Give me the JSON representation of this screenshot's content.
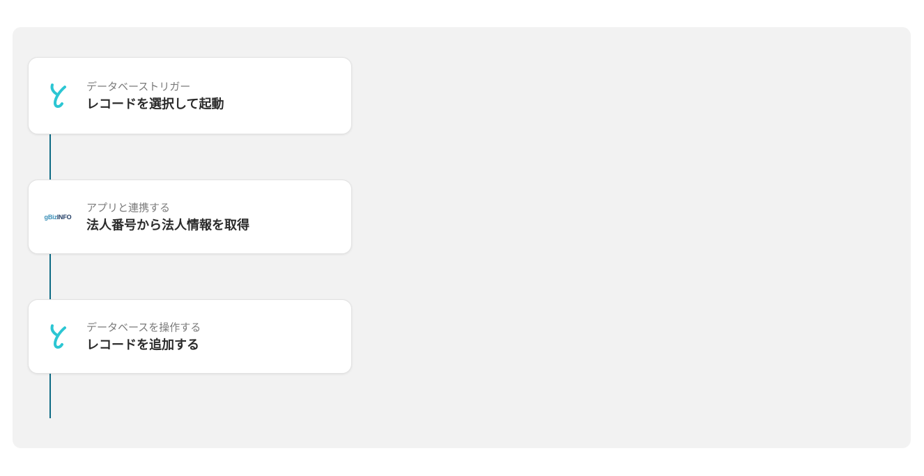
{
  "flow": {
    "steps": [
      {
        "icon": "yoom-database-icon",
        "subtitle": "データベーストリガー",
        "title": "レコードを選択して起動"
      },
      {
        "icon": "gbizinfo-logo",
        "subtitle": "アプリと連携する",
        "title": "法人番号から法人情報を取得",
        "logo_prefix": "gBiz",
        "logo_suffix": "INFO"
      },
      {
        "icon": "yoom-database-icon",
        "subtitle": "データベースを操作する",
        "title": "レコードを追加する"
      }
    ]
  },
  "colors": {
    "connector": "#0c6a84",
    "yoom_icon": "#2cc6d3",
    "canvas_bg": "#f2f2f2"
  }
}
